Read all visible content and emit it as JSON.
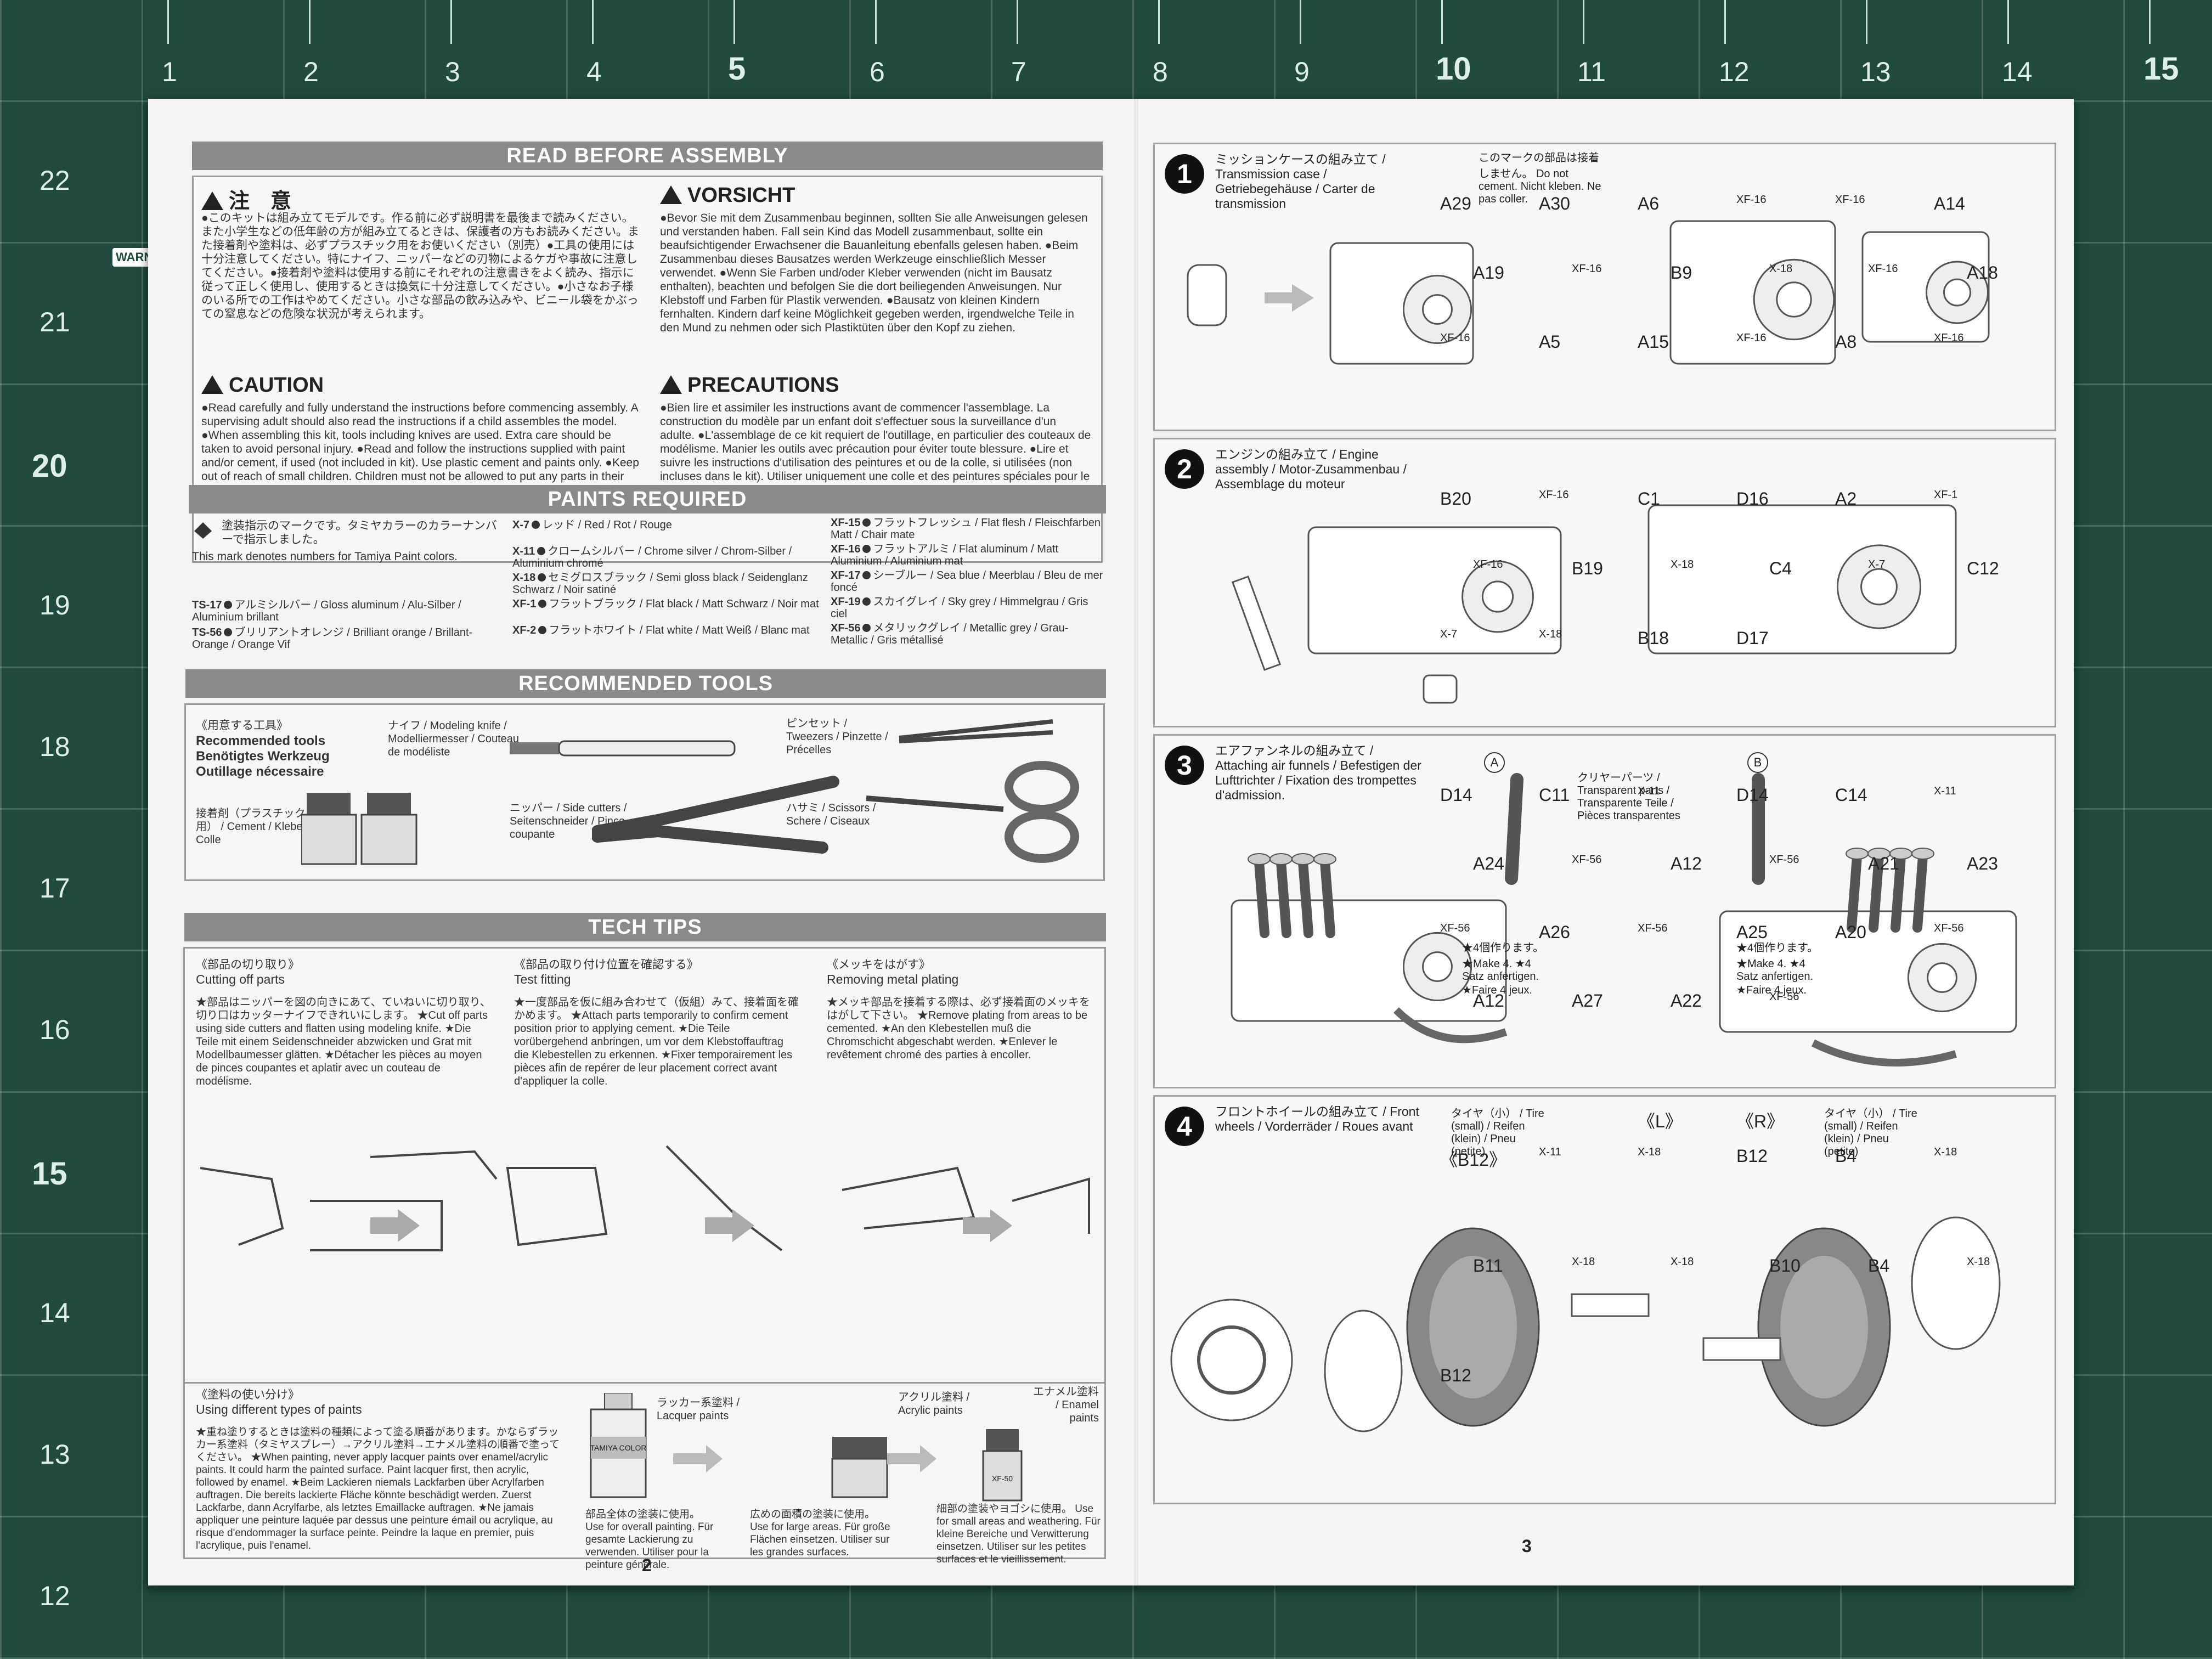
{
  "ruler": {
    "top_numbers": [
      "1",
      "2",
      "3",
      "4",
      "5",
      "6",
      "7",
      "8",
      "9",
      "10",
      "11",
      "12",
      "13",
      "14",
      "15"
    ],
    "left_numbers": [
      "22",
      "21",
      "20",
      "19",
      "18",
      "17",
      "16",
      "15",
      "14",
      "13",
      "12"
    ],
    "warning_label": "WARN"
  },
  "page_left": {
    "page_number": "2",
    "read_before": {
      "title": "READ BEFORE ASSEMBLY",
      "jp_title": "注　意",
      "jp_text": "●このキットは組み立てモデルです。作る前に必ず説明書を最後まで読みください。また小学生などの低年齢の方が組み立てるときは、保護者の方もお読みください。また接着剤や塗料は、必ずプラスチック用をお使いください（別売）●工具の使用には十分注意してください。特にナイフ、ニッパーなどの刃物によるケガや事故に注意してください。●接着剤や塗料は使用する前にそれぞれの注意書きをよく読み、指示に従って正しく使用し、使用するときは換気に十分注意してください。●小さなお子様のいる所での工作はやめてください。小さな部品の飲み込みや、ビニール袋をかぶっての窒息などの危険な状況が考えられます。",
      "de_title": "VORSICHT",
      "de_text": "●Bevor Sie mit dem Zusammenbau beginnen, sollten Sie alle Anweisungen gelesen und verstanden haben. Fall sein Kind das Modell zusammenbaut, sollte ein beaufsichtigender Erwachsener die Bauanleitung ebenfalls gelesen haben. ●Beim Zusammenbau dieses Bausatzes werden Werkzeuge einschließlich Messer verwendet. ●Wenn Sie Farben und/oder Kleber verwenden (nicht im Bausatz enthalten), beachten und befolgen Sie die dort beiliegenden Anweisungen. Nur Klebstoff und Farben für Plastik verwenden. ●Bausatz von kleinen Kindern fernhalten. Kindern darf keine Möglichkeit gegeben werden, irgendwelche Teile in den Mund zu nehmen oder sich Plastiktüten über den Kopf zu ziehen.",
      "en_title": "CAUTION",
      "en_text": "●Read carefully and fully understand the instructions before commencing assembly. A supervising adult should also read the instructions if a child assembles the model. ●When assembling this kit, tools including knives are used. Extra care should be taken to avoid personal injury. ●Read and follow the instructions supplied with paint and/or cement, if used (not included in kit). Use plastic cement and paints only. ●Keep out of reach of small children. Children must not be allowed to put any parts in their mouths or pull vinyl bags over their heads.",
      "fr_title": "PRECAUTIONS",
      "fr_text": "●Bien lire et assimiler les instructions avant de commencer l'assemblage. La construction du modèle par un enfant doit s'effectuer sous la surveillance d'un adulte. ●L'assemblage de ce kit requiert de l'outillage, en particulier des couteaux de modélisme. Manier les outils avec précaution pour éviter toute blessure. ●Lire et suivre les instructions d'utilisation des peintures et ou de la colle, si utilisées (non incluses dans le kit). Utiliser uniquement une colle et des peintures spéciales pour le polystyrène. ●Garder hors de portée des enfants en bas âge. Ne pas laisser les enfants mettre en bouche ou sucer les pièces, ou passer un sachet vinyl sur la tête."
    },
    "paints": {
      "title": "PAINTS REQUIRED",
      "intro_jp": "塗装指示のマークです。タミヤカラーのカラーナンバーで指示しました。",
      "intro_en": "This mark denotes numbers for Tamiya Paint colors.",
      "col1": [
        {
          "code": "TS-17",
          "name": "アルミシルバー / Gloss aluminum / Alu-Silber / Aluminium brillant"
        },
        {
          "code": "TS-56",
          "name": "ブリリアントオレンジ / Brilliant orange / Brillant-Orange / Orange Vif"
        }
      ],
      "col2": [
        {
          "code": "X-7",
          "name": "レッド / Red / Rot / Rouge"
        },
        {
          "code": "X-11",
          "name": "クロームシルバー / Chrome silver / Chrom-Silber / Aluminium chromé"
        },
        {
          "code": "X-18",
          "name": "セミグロスブラック / Semi gloss black / Seidenglanz Schwarz / Noir satiné"
        },
        {
          "code": "XF-1",
          "name": "フラットブラック / Flat black / Matt Schwarz / Noir mat"
        },
        {
          "code": "XF-2",
          "name": "フラットホワイト / Flat white / Matt Weiß / Blanc mat"
        }
      ],
      "col3": [
        {
          "code": "XF-15",
          "name": "フラットフレッシュ / Flat flesh / Fleischfarben Matt / Chair mate"
        },
        {
          "code": "XF-16",
          "name": "フラットアルミ / Flat aluminum / Matt Aluminium / Aluminium mat"
        },
        {
          "code": "XF-17",
          "name": "シーブルー / Sea blue / Meerblau / Bleu de mer foncé"
        },
        {
          "code": "XF-19",
          "name": "スカイグレイ / Sky grey / Himmelgrau / Gris ciel"
        },
        {
          "code": "XF-56",
          "name": "メタリックグレイ / Metallic grey / Grau-Metallic / Gris métallisé"
        }
      ]
    },
    "tools": {
      "title": "RECOMMENDED TOOLS",
      "heading_jp": "《用意する工具》",
      "heading_en": "Recommended tools",
      "heading_de": "Benötigtes Werkzeug",
      "heading_fr": "Outillage nécessaire",
      "knife": "ナイフ / Modeling knife / Modelliermesser / Couteau de modéliste",
      "tweezers": "ピンセット / Tweezers / Pinzette / Précelles",
      "cement": "接着剤（プラスチック用） / Cement / Kleber / Colle",
      "cutters": "ニッパー / Side cutters / Seitenschneider / Pince coupante",
      "scissors": "ハサミ / Scissors / Schere / Ciseaux"
    },
    "tech": {
      "title": "TECH TIPS",
      "tip1_title_jp": "《部品の切り取り》",
      "tip1_title": "Cutting off parts",
      "tip1_text": "★部品はニッパーを図の向きにあて、ていねいに切り取り、切り口はカッターナイフできれいにします。 ★Cut off parts using side cutters and flatten using modeling knife. ★Die Teile mit einem Seidenschneider abzwicken und Grat mit Modellbaumesser glätten. ★Détacher les pièces au moyen de pinces coupantes et aplatir avec un couteau de modélisme.",
      "tip2_title_jp": "《部品の取り付け位置を確認する》",
      "tip2_title": "Test fitting",
      "tip2_text": "★一度部品を仮に組み合わせて（仮組）みて、接着面を確かめます。 ★Attach parts temporarily to confirm cement position prior to applying cement. ★Die Teile vorübergehend anbringen, um vor dem Klebstoffauftrag die Klebestellen zu erkennen. ★Fixer temporairement les pièces afin de repérer de leur placement correct avant d'appliquer la colle.",
      "tip3_title_jp": "《メッキをはがす》",
      "tip3_title": "Removing metal plating",
      "tip3_text": "★メッキ部品を接着する際は、必ず接着面のメッキをはがして下さい。 ★Remove plating from areas to be cemented. ★An den Klebestellen muß die Chromschicht abgeschabt werden. ★Enlever le revêtement chromé des parties à encoller.",
      "tip4_title_jp": "《塗料の使い分け》",
      "tip4_title": "Using different types of paints",
      "tip4_text": "★重ね塗りするときは塗料の種類によって塗る順番があります。かならずラッカー系塗料（タミヤスプレー）→アクリル塗料→エナメル塗料の順番で塗ってください。 ★When painting, never apply lacquer paints over enamel/acrylic paints. It could harm the painted surface. Paint lacquer first, then acrylic, followed by enamel. ★Beim Lackieren niemals Lackfarben über Acrylfarben auftragen. Die bereits lackierte Fläche könnte beschädigt werden. Zuerst Lackfarbe, dann Acrylfarbe, als letztes Emaillacke auftragen. ★Ne jamais appliquer une peinture laquée par dessus une peinture émail ou acrylique, au risque d'endommager la surface peinte. Peindre la laque en premier, puis l'acrylique, puis l'enamel.",
      "lacquer": "ラッカー系塗料 / Lacquer paints",
      "acrylic": "アクリル塗料 / Acrylic paints",
      "enamel": "エナメル塗料 / Enamel paints",
      "lacquer_use": "部品全体の塗装に使用。 Use for overall painting. Für gesamte Lackierung zu verwenden. Utiliser pour la peinture générale.",
      "acrylic_use": "広めの面積の塗装に使用。 Use for large areas. Für große Flächen einsetzen. Utiliser sur les grandes surfaces.",
      "enamel_use": "細部の塗装やヨゴシに使用。 Use for small areas and weathering. Für kleine Bereiche und Verwitterung einsetzen. Utiliser sur les petites surfaces et le vieillissement.",
      "tamiya_label": "TAMIYA COLOR",
      "xf_label": "XF-50"
    }
  },
  "page_right": {
    "page_number": "3",
    "no_cement": "このマークの部品は接着しません。 Do not cement. Nicht kleben. Ne pas coller.",
    "steps": [
      {
        "num": "1",
        "title": "ミッションケースの組み立て / Transmission case / Getriebegehäuse / Carter de transmission",
        "labels": [
          "A29",
          "A30",
          "A6",
          "XF-16",
          "XF-16",
          "A14",
          "A19",
          "XF-16",
          "B9",
          "X-18",
          "XF-16",
          "A18",
          "XF-16",
          "A5",
          "A15",
          "XF-16",
          "A8",
          "XF-16"
        ]
      },
      {
        "num": "2",
        "title": "エンジンの組み立て / Engine assembly / Motor-Zusammenbau / Assemblage du moteur",
        "labels": [
          "B20",
          "XF-16",
          "C1",
          "D16",
          "A2",
          "XF-1",
          "XF-16",
          "B19",
          "X-18",
          "C4",
          "X-7",
          "C12",
          "X-7",
          "X-18",
          "B18",
          "D17"
        ]
      },
      {
        "num": "3",
        "title": "エアファンネルの組み立て / Attaching air funnels / Befestigen der Lufttrichter / Fixation des trompettes d'admission.",
        "labels": [
          "D14",
          "C11",
          "X-11",
          "D14",
          "C14",
          "X-11",
          "A24",
          "XF-56",
          "A12",
          "XF-56",
          "A21",
          "A23",
          "XF-56",
          "A26",
          "XF-56",
          "A25",
          "A20",
          "XF-56",
          "A12",
          "A27",
          "A22",
          "XF-56"
        ],
        "clear_parts": "クリヤーパーツ / Transparent parts / Transparente Teile / Pièces transparentes",
        "make4": "★4個作ります。 ★Make 4. ★4 Satz anfertigen. ★Faire 4 jeux.",
        "callouts": [
          "A",
          "B"
        ]
      },
      {
        "num": "4",
        "title": "フロントホイールの組み立て / Front wheels / Vorderräder / Roues avant",
        "labels": [
          "《B12》",
          "X-11",
          "X-18",
          "B12",
          "B4",
          "X-18",
          "B11",
          "X-18",
          "X-18",
          "B10",
          "B4",
          "X-18",
          "B12"
        ],
        "tire_small": "タイヤ（小） / Tire (small) / Reifen (klein) / Pneu (petite)",
        "left_side": "《L》",
        "right_side": "《R》"
      }
    ]
  }
}
